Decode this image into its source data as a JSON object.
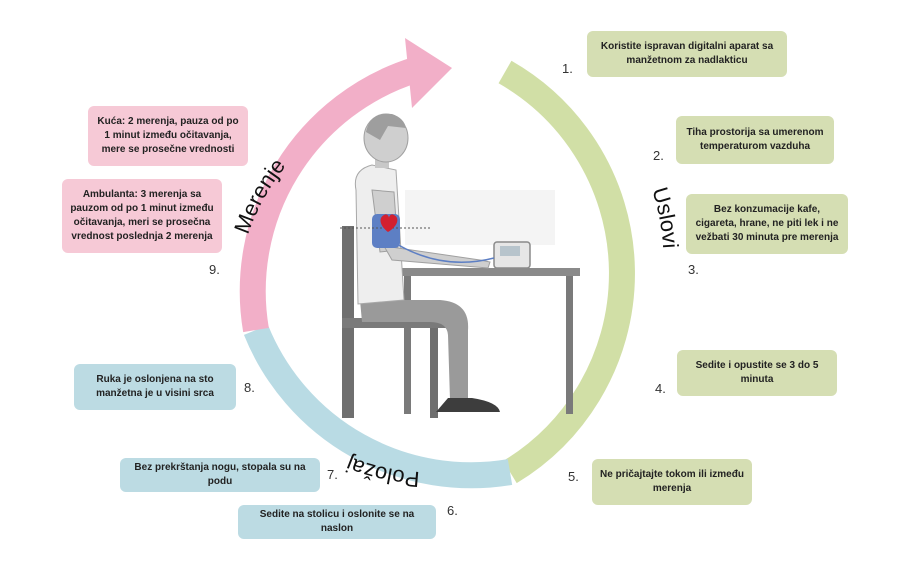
{
  "colors": {
    "green": "#d5deb3",
    "pink": "#f6c9d6",
    "blue": "#bcdbe3",
    "arc_green": "#d1dfa6",
    "arc_pink": "#f2afc8",
    "arc_blue": "#b9dbe4",
    "heart": "#d3202f",
    "cuff": "#5d7fc4"
  },
  "segments": {
    "uslovi": "Uslovi",
    "polozaj": "Položaj",
    "merenje": "Merenje"
  },
  "steps": [
    {
      "num": "1.",
      "text": "Koristite ispravan digitalni aparat sa manžetnom za nadlakticu"
    },
    {
      "num": "2.",
      "text": "Tiha prostorija sa umerenom temperaturom vazduha"
    },
    {
      "num": "3.",
      "text": "Bez konzumacije kafe, cigareta, hrane, ne piti lek i ne vežbati 30 minuta pre merenja"
    },
    {
      "num": "4.",
      "text": "Sedite i opustite se 3 do 5 minuta"
    },
    {
      "num": "5.",
      "text": "Ne pričajtajte tokom ili između merenja"
    },
    {
      "num": "6.",
      "text": "Sedite na stolicu i oslonite se na naslon"
    },
    {
      "num": "7.",
      "text": "Bez prekrštanja nogu, stopala su na podu"
    },
    {
      "num": "8.",
      "text": "Ruka je oslonjena na sto manžetna je u visini srca"
    },
    {
      "num": "9.",
      "text": "Ambulanta: 3 merenja sa pauzom od po 1 minut između očitavanja, meri se prosečna vrednost poslednja 2 merenja"
    }
  ],
  "home_note": "Kuća: 2 merenja, pauza od po 1 minut između očitavanja, mere se prosečne vrednosti",
  "icons": {
    "illustration": "person-measuring-blood-pressure-illustration",
    "arrow": "cycle-arrow-icon",
    "heart": "heart-icon"
  }
}
